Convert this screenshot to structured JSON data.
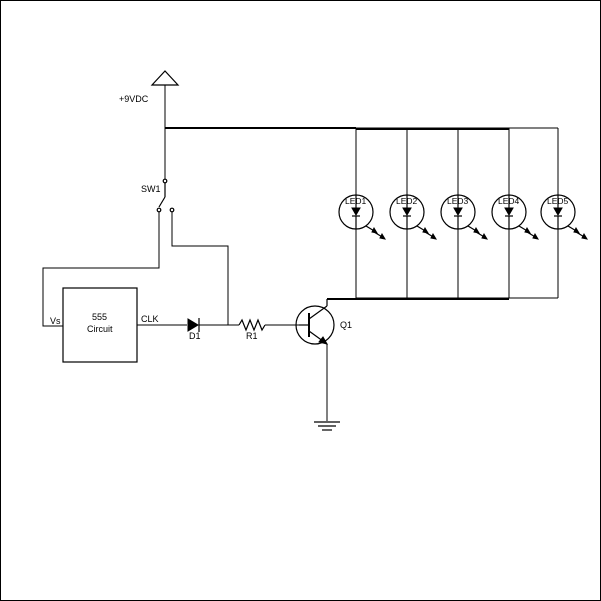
{
  "labels": {
    "supply": "+9VDC",
    "switch": "SW1",
    "ic_line1": "555",
    "ic_line2": "Circuit",
    "vs": "Vs",
    "clk": "CLK",
    "diode": "D1",
    "resistor": "R1",
    "transistor": "Q1"
  },
  "leds": [
    "LED1",
    "LED2",
    "LED3",
    "LED4",
    "LED5"
  ]
}
